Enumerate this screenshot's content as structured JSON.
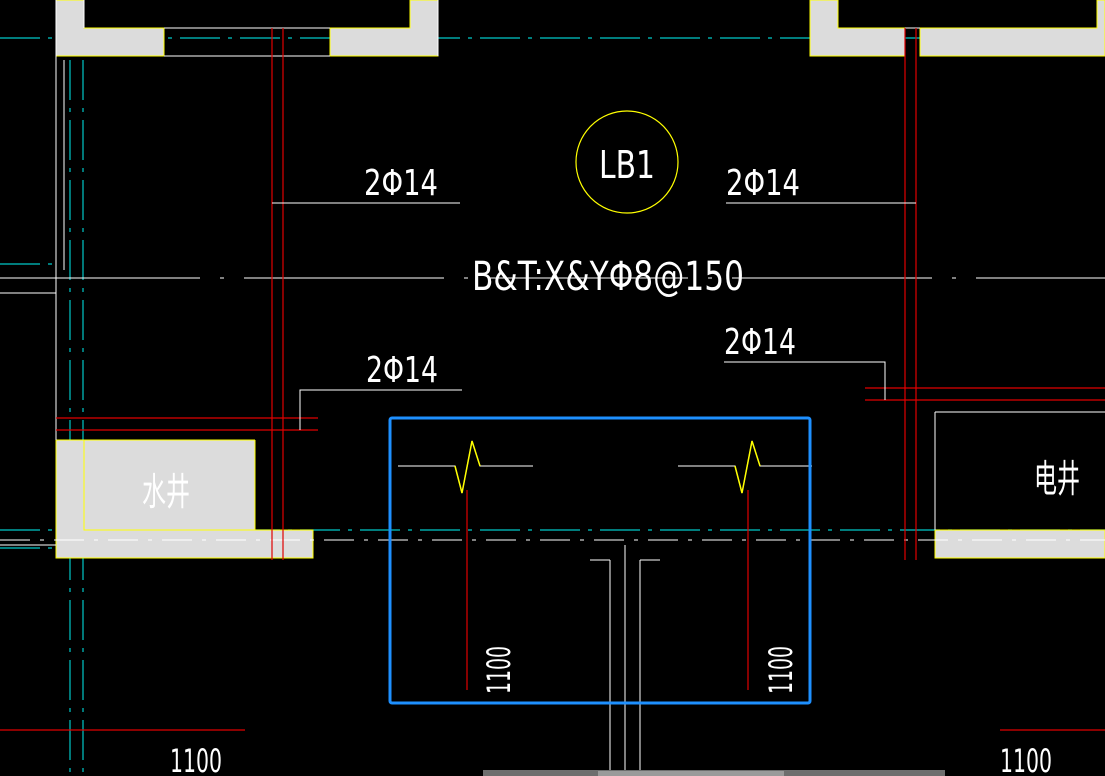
{
  "colors": {
    "background": "#000000",
    "wall_fill": "#dcdcdc",
    "wall_edge": "#ffff00",
    "grid_axis": "#00c8c8",
    "rebar": "#e00000",
    "text": "#ffffff",
    "leader": "#ffffff",
    "selection_box": "#1e90ff"
  },
  "labels": {
    "slab_tag": "LB1",
    "slab_reinforcement": "B&T:X&YΦ8@150",
    "top_left_rebar": "2Φ14",
    "top_right_rebar": "2Φ14",
    "mid_left_rebar": "2Φ14",
    "mid_right_rebar": "2Φ14",
    "water_shaft": "水井",
    "electric_shaft": "电井",
    "bar_length_left": "1100",
    "bar_length_right": "1100",
    "bottom_dim_left": "1100",
    "bottom_dim_right": "1100"
  }
}
